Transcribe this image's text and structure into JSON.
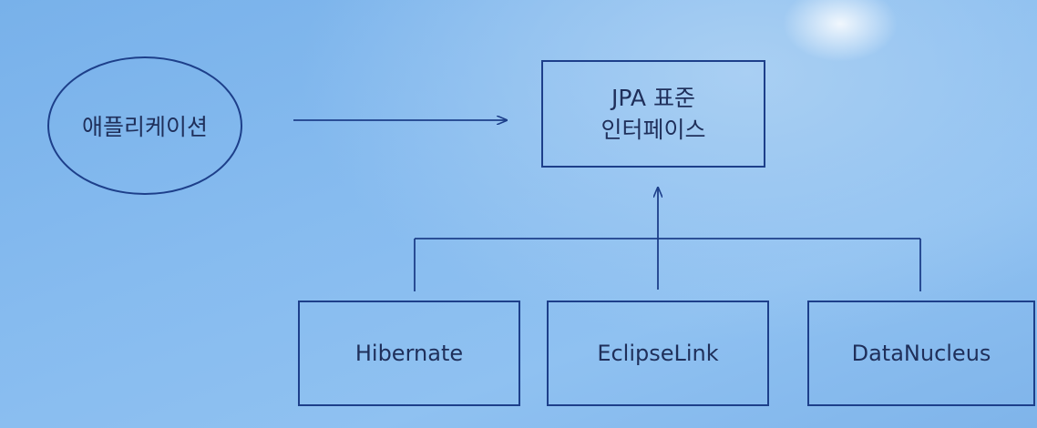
{
  "diagram": {
    "application": {
      "label": "애플리케이션"
    },
    "jpa_interface": {
      "line1": "JPA 표준",
      "line2": "인터페이스"
    },
    "implementations": [
      {
        "label": "Hibernate"
      },
      {
        "label": "EclipseLink"
      },
      {
        "label": "DataNucleus"
      }
    ],
    "colors": {
      "stroke": "#1d3f8a",
      "text": "#1f2f5a",
      "background": "#86bbef"
    }
  }
}
